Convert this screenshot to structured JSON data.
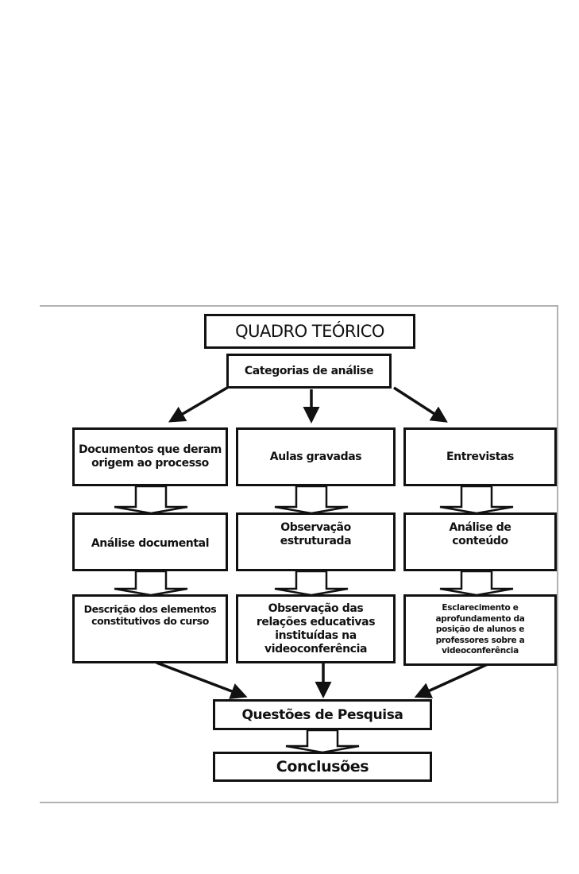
{
  "title": "QUADRO TEÓRICO",
  "categories": "Categorias de análise",
  "columns": [
    {
      "source": "Documentos que deram origem ao processo",
      "method": "Análise documental",
      "result": "Descrição dos elementos constitutivos do curso"
    },
    {
      "source": "Aulas gravadas",
      "method": "Observação estruturada",
      "result": "Observação das relações educativas instituídas na videoconferência"
    },
    {
      "source": "Entrevistas",
      "method": "Análise de conteúdo",
      "result": "Esclarecimento e aprofundamento da posição de alunos e professores sobre a videoconferência"
    }
  ],
  "questions": "Questões de Pesquisa",
  "conclusions": "Conclusões"
}
